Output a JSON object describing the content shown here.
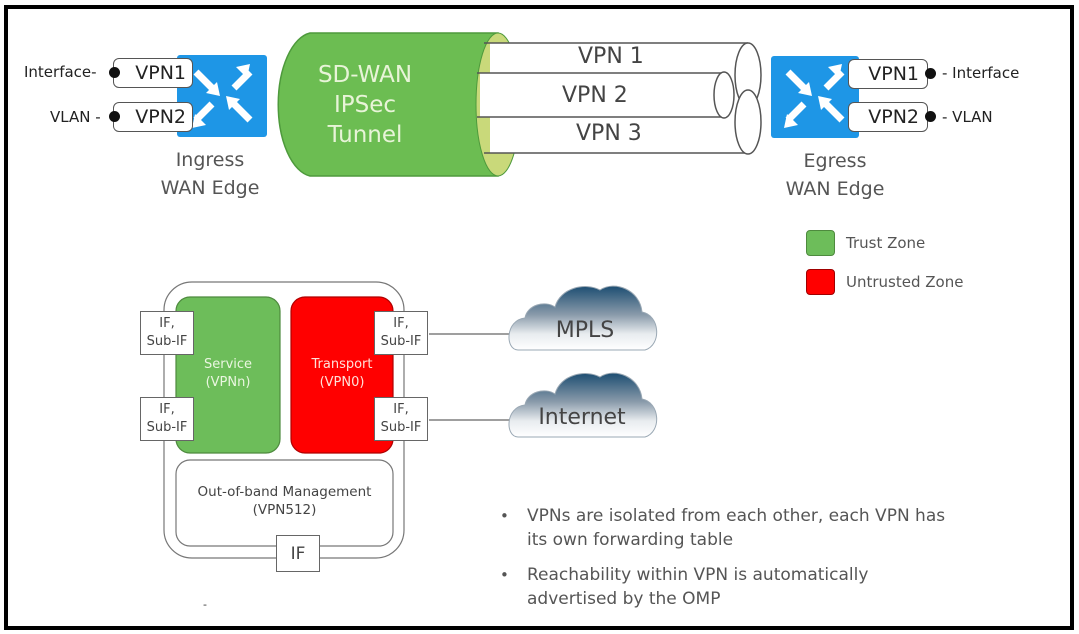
{
  "diagram": {
    "ingress": {
      "vpn_boxes": [
        "VPN1",
        "VPN2"
      ],
      "side_labels": [
        "Interface-",
        "VLAN -"
      ],
      "caption_line1": "Ingress",
      "caption_line2": "WAN Edge",
      "icon": "router-icon"
    },
    "tunnel": {
      "line1": "SD-WAN",
      "line2": "IPSec",
      "line3": "Tunnel",
      "pipes": [
        "VPN 1",
        "VPN 2",
        "VPN 3"
      ]
    },
    "egress": {
      "vpn_boxes": [
        "VPN1",
        "VPN2"
      ],
      "side_labels": [
        "-  Interface",
        "- VLAN"
      ],
      "caption_line1": "Egress",
      "caption_line2": "WAN Edge",
      "icon": "router-icon"
    },
    "legend": {
      "items": [
        {
          "label": "Trust Zone",
          "color": "#6dbd5a"
        },
        {
          "label": "Untrusted Zone",
          "color": "#ff0000"
        }
      ]
    },
    "device": {
      "service_line1": "Service",
      "service_line2": "(VPNn)",
      "transport_line1": "Transport",
      "transport_line2": "(VPN0)",
      "if_label_line1": "IF,",
      "if_label_line2": "Sub-IF",
      "mgmt_line1": "Out-of-band Management",
      "mgmt_line2": "(VPN512)",
      "mgmt_if": "IF"
    },
    "clouds": [
      "MPLS",
      "Internet"
    ],
    "bullets": [
      "VPNs are isolated from each other, each VPN has its own forwarding table",
      "Reachability within VPN is automatically advertised by the OMP"
    ],
    "bullet_symbol": "•",
    "stray_mark": "-",
    "colors": {
      "trust": "#6dbd5a",
      "untrusted": "#ff0000",
      "router_blue": "#1e96e6",
      "tunnel_green": "#6cbd52",
      "tunnel_inner": "#c9d97a"
    }
  }
}
